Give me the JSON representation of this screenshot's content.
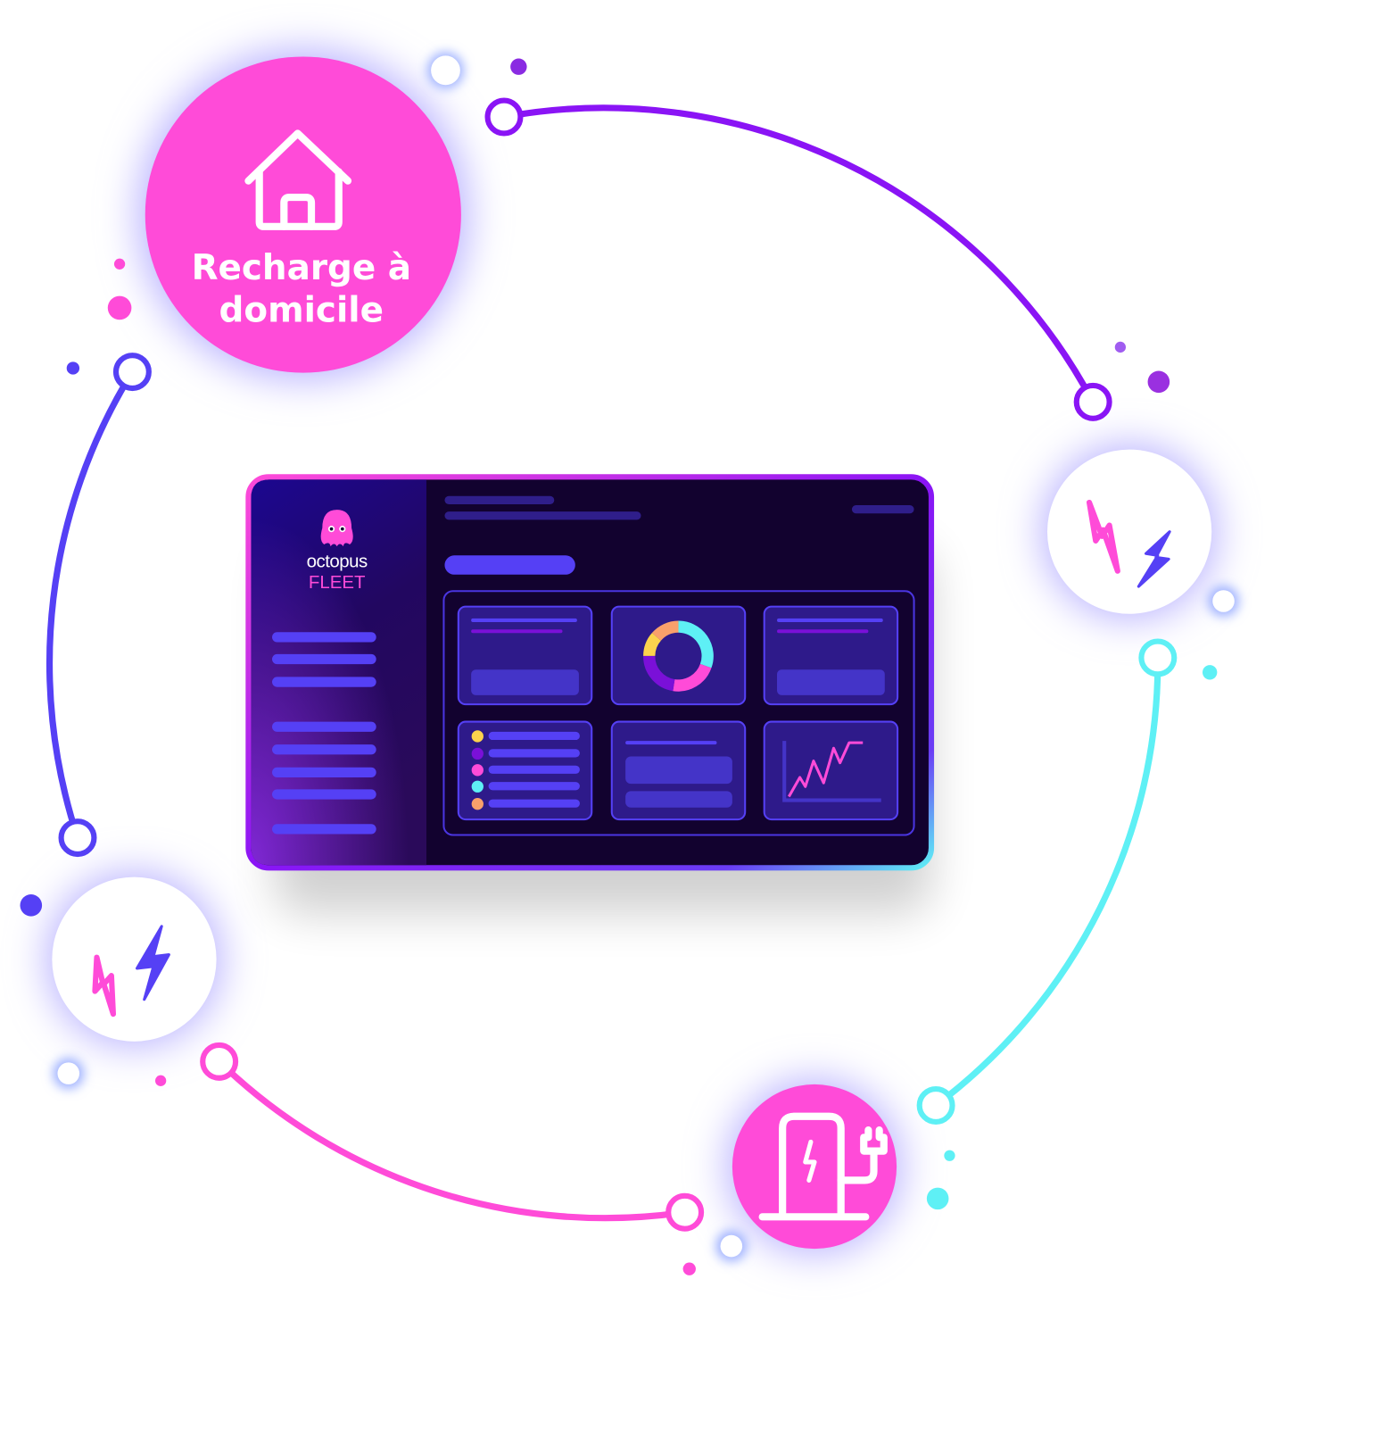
{
  "home_badge": {
    "line1": "Recharge à",
    "line2": "domicile",
    "icon": "house-icon"
  },
  "dashboard": {
    "logo": {
      "name": "octopus",
      "product": "FLEET",
      "icon": "octopus-icon"
    }
  },
  "icons": [
    "lightning-icon",
    "ev-charger-icon",
    "donut-chart-icon",
    "line-chart-icon"
  ],
  "colors": {
    "pink": "#ff4bd8",
    "purple": "#8a14f5",
    "blue": "#5540f5",
    "cyan": "#5ef0f5",
    "dark": "#12022f"
  }
}
